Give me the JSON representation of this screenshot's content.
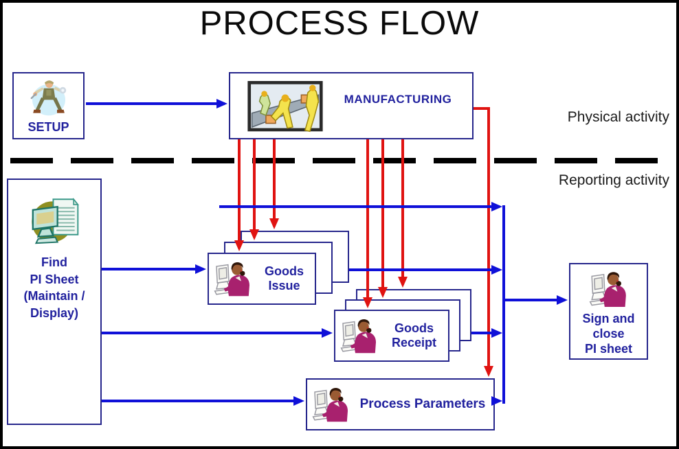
{
  "title": "PROCESS FLOW",
  "section_labels": {
    "physical": "Physical activity",
    "reporting": "Reporting activity"
  },
  "boxes": {
    "setup": {
      "label": "SETUP",
      "icon": "mechanic-worker-icon"
    },
    "manufacturing": {
      "label": "MANUFACTURING",
      "icon": "factory-workers-icon"
    },
    "find_pi_sheet": {
      "label": "Find\nPI Sheet\n(Maintain /\nDisplay)",
      "icon": "computer-document-icon"
    },
    "goods_issue": {
      "label": "Goods\nIssue",
      "icon": "woman-at-computer-icon",
      "stack_count": 3
    },
    "goods_receipt": {
      "label": "Goods\nReceipt",
      "icon": "woman-at-computer-icon",
      "stack_count": 3
    },
    "process_parameters": {
      "label": "Process Parameters",
      "icon": "woman-at-computer-icon"
    },
    "sign_close": {
      "label": "Sign and\nclose\nPI sheet",
      "icon": "woman-at-computer-icon"
    }
  },
  "colors": {
    "blue_arrow": "#0f10d8",
    "red_arrow": "#e01311",
    "box_border": "#26268c",
    "label_text": "#21219e",
    "divider": "#000000",
    "title": "#0a0a0a",
    "section_label": "#1a1a1a"
  }
}
